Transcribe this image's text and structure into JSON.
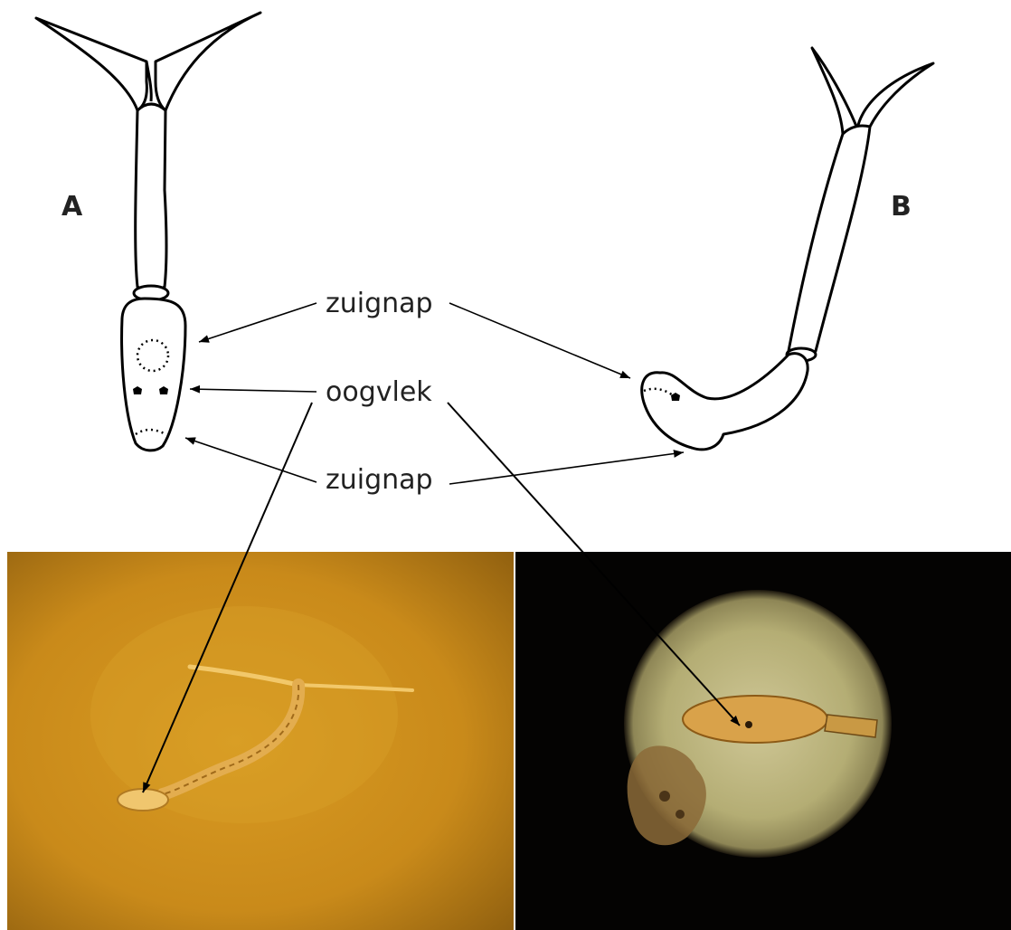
{
  "labels": {
    "panel_a": "A",
    "panel_b": "B",
    "sucker_top": "zuignap",
    "eyespot": "oogvlek",
    "sucker_bottom": "zuignap"
  },
  "colors": {
    "line": "#000000",
    "text": "#222222",
    "photo_left_bg": "#d4921d",
    "photo_right_bg": "#040302",
    "microscope_field": "#b7b078",
    "specimen": "#e8b65a"
  },
  "photos": [
    {
      "id": "photo-left",
      "subject": "cercaria-type-a-micrograph"
    },
    {
      "id": "photo-right",
      "subject": "cercaria-type-b-micrograph"
    }
  ]
}
